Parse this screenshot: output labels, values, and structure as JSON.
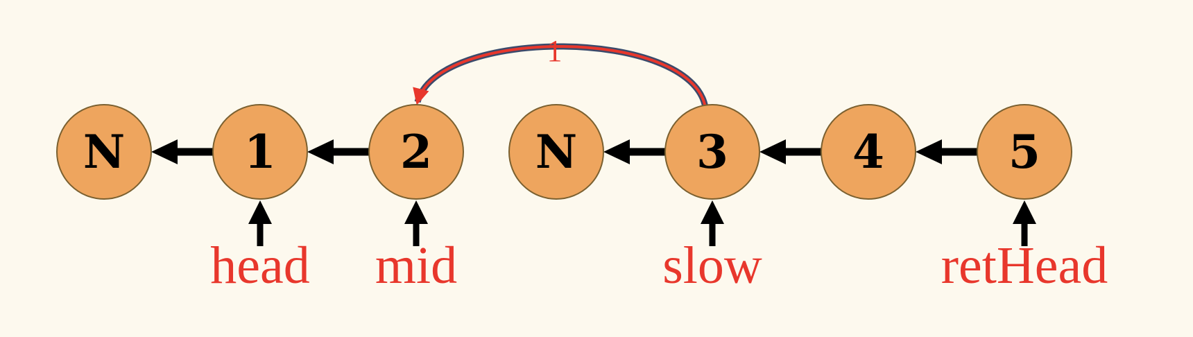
{
  "colors": {
    "background": "#fdf9ee",
    "node_fill": "#eea55e",
    "node_stroke": "#7a6030",
    "arrow": "#000000",
    "label": "#e8372c",
    "curve": "#3b4a6b"
  },
  "nodes": [
    {
      "id": "n1",
      "label": "N"
    },
    {
      "id": "one",
      "label": "1"
    },
    {
      "id": "two",
      "label": "2"
    },
    {
      "id": "n2",
      "label": "N"
    },
    {
      "id": "three",
      "label": "3"
    },
    {
      "id": "four",
      "label": "4"
    },
    {
      "id": "five",
      "label": "5"
    }
  ],
  "links": [
    {
      "from": "one",
      "to": "n1"
    },
    {
      "from": "two",
      "to": "one"
    },
    {
      "from": "three",
      "to": "n2"
    },
    {
      "from": "four",
      "to": "three"
    },
    {
      "from": "five",
      "to": "four"
    },
    {
      "from": "three",
      "to": "two",
      "curved": true,
      "label": "1"
    }
  ],
  "pointers": [
    {
      "label": "head",
      "target": "one"
    },
    {
      "label": "mid",
      "target": "two"
    },
    {
      "label": "slow",
      "target": "three"
    },
    {
      "label": "retHead",
      "target": "five"
    }
  ]
}
